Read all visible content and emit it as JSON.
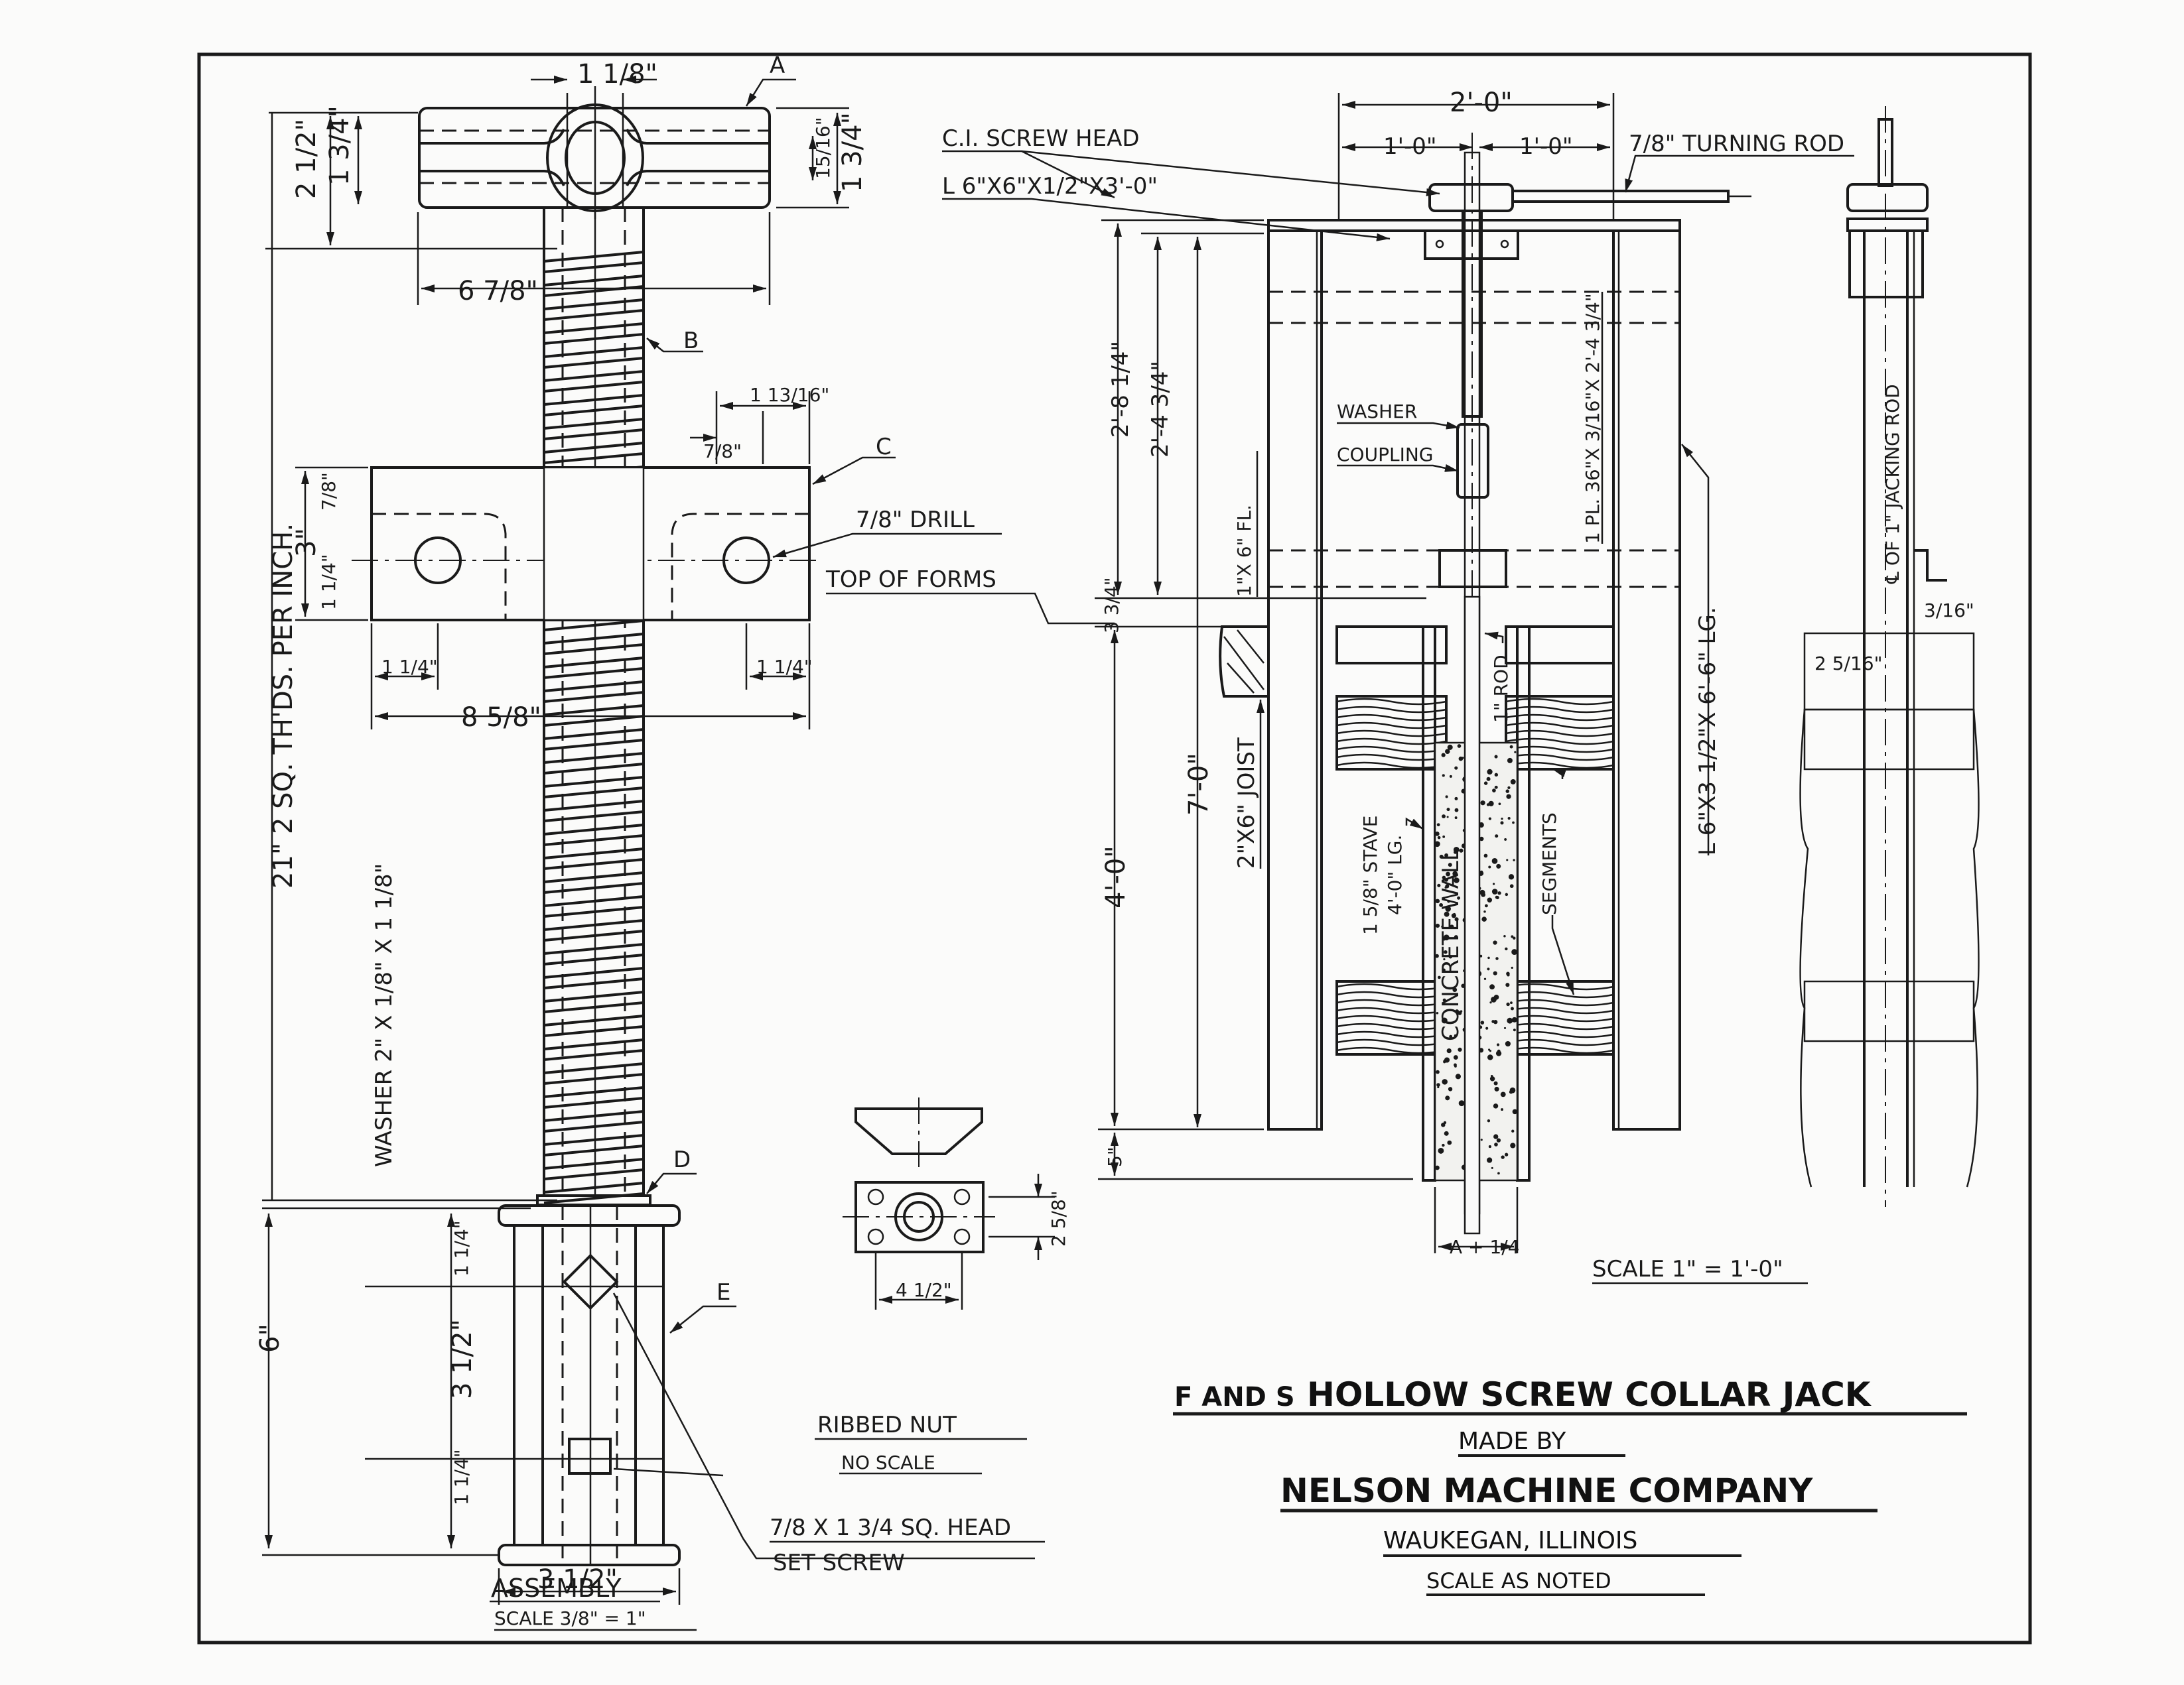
{
  "title_block": {
    "title_prefix": "F AND S",
    "title_main": "HOLLOW SCREW COLLAR JACK",
    "made_by": "MADE BY",
    "company": "NELSON MACHINE COMPANY",
    "location": "WAUKEGAN, ILLINOIS",
    "scale_note": "SCALE AS NOTED"
  },
  "assembly_view": {
    "caption": "ASSEMBLY",
    "scale": "SCALE 3/8\" = 1\"",
    "part_labels": [
      "A",
      "B",
      "C",
      "D",
      "E"
    ],
    "dimensions": {
      "head_bore_width": "1 1/8\"",
      "head_height_total": "2 1/2\"",
      "head_height": "1 3/4\"",
      "head_height_right": "1 3/4\"",
      "head_slot": "15/16\"",
      "head_length": "6 7/8\"",
      "nut_offset_outer": "1 13/16\"",
      "nut_offset_inner": "7/8\"",
      "nut_height": "3\"",
      "nut_top": "7/8\"",
      "nut_bottom": "1 1/4\"",
      "nut_hole_left": "1 1/4\"",
      "nut_hole_right": "1 1/4\"",
      "nut_length": "8 5/8\"",
      "screw_length": "21\" 2 SQ. TH'DS. PER INCH.",
      "washer": "WASHER 2\" X 1/8\" X 1 1/8\"",
      "collar_height": "6\"",
      "collar_top": "1 1/4\"",
      "collar_mid": "3 1/2\"",
      "collar_bottom": "1 1/4\"",
      "collar_width": "3 1/2\""
    },
    "notes": {
      "drill": "7/8\" DRILL",
      "top_of_forms": "TOP OF FORMS",
      "set_screw_line1": "7/8 X 1 3/4 SQ. HEAD",
      "set_screw_line2": "SET SCREW"
    }
  },
  "ribbed_nut_view": {
    "caption": "RIBBED NUT",
    "scale": "NO SCALE",
    "dimensions": {
      "width": "4 1/2\"",
      "height": "2 5/8\""
    }
  },
  "installation_view": {
    "scale": "SCALE 1\" = 1'-0\"",
    "labels": {
      "screw_head": "C.I. SCREW HEAD",
      "angle_top": "L 6\"X6\"X1/2\"X3'-0\"",
      "turning_rod": "7/8\" TURNING ROD",
      "washer": "WASHER",
      "coupling": "COUPLING",
      "plate": "1 PL. 36\"X 3/16\"X 2'-4 3/4\"",
      "angle_side": "L 6\"X3 1/2\"X 6'-6\" LG.",
      "floor": "1\"X 6\" FL.",
      "joist": "2\"X6\" JOIST",
      "stave_line1": "1 5/8\" STAVE",
      "stave_line2": "4'-0\" LG.",
      "concrete": "CONCRETE WALL",
      "rod": "1\" ROD",
      "segments": "SEGMENTS",
      "jacking_rod": "℄ OF 1\" JACKING ROD"
    },
    "dimensions": {
      "overall_width": "2'-0\"",
      "half_left": "1'-0\"",
      "half_right": "1'-0\"",
      "height_a": "2'-8 1/4\"",
      "height_b": "2'-4 3/4\"",
      "floor_thk": "3 3/4\"",
      "total": "7'-0\"",
      "form": "4'-0\"",
      "bottom": "5\"",
      "wall_gap": "A + 1/4",
      "side_gap": "3/16\"",
      "side_wall": "2 5/16\""
    }
  }
}
